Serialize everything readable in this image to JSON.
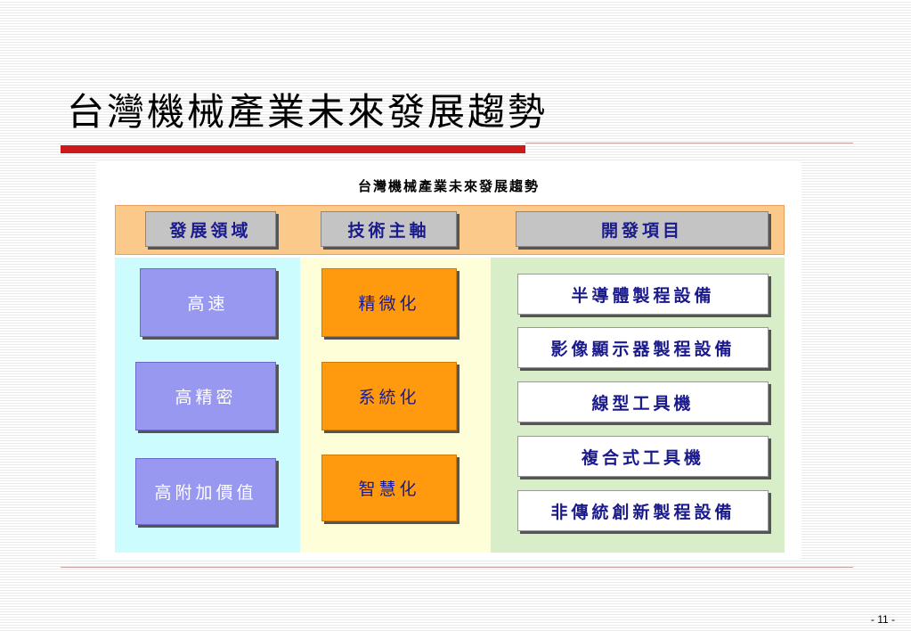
{
  "slide": {
    "title": "台灣機械產業未來發展趨勢",
    "page_number": "- 11 -"
  },
  "figure": {
    "title": "台灣機械產業未來發展趨勢",
    "headers": [
      "發展領域",
      "技術主軸",
      "開發項目"
    ],
    "domains": [
      "高速",
      "高精密",
      "高附加價值"
    ],
    "technologies": [
      "精微化",
      "系統化",
      "智慧化"
    ],
    "projects": [
      "半導體製程設備",
      "影像顯示器製程設備",
      "線型工具機",
      "複合式工具機",
      "非傳統創新製程設備"
    ],
    "colors": {
      "header_band": "#fbc98a",
      "domain_column": "#ccfcfe",
      "technology_column": "#fefed8",
      "project_column": "#d8eec8",
      "domain_box": "#9898f0",
      "technology_box": "#ff9a0e",
      "accent_red": "#cc1a1a",
      "label_text": "#1a1a8c"
    }
  }
}
